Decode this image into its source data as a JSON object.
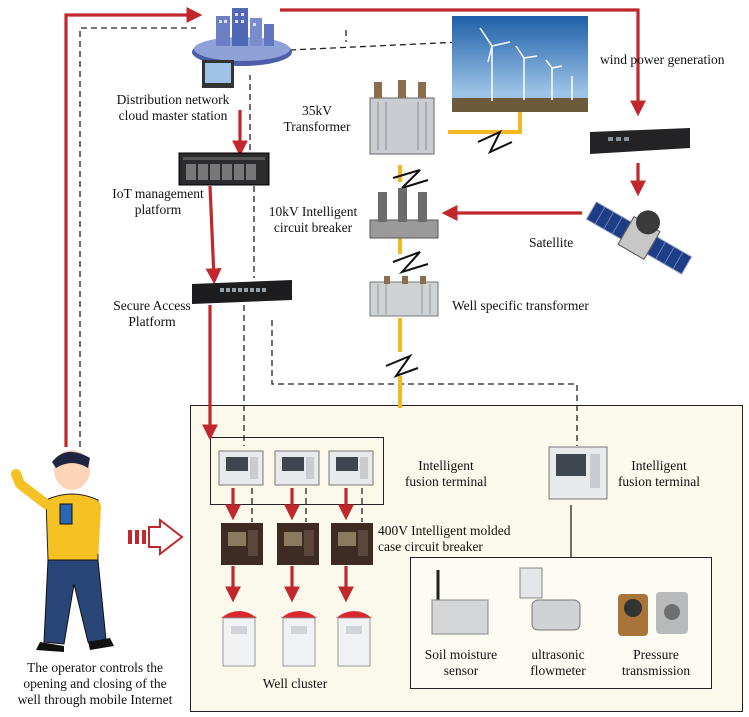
{
  "nodes": {
    "master_station": "Distribution network\ncloud master station",
    "iot_platform": "IoT management\nplatform",
    "secure_access": "Secure Access\nPlatform",
    "transformer_35kv": "35kV\nTransformer",
    "breaker_10kv": "10kV Intelligent\ncircuit breaker",
    "well_transformer": "Well specific transformer",
    "wind_power": "wind power generation",
    "satellite": "Satellite",
    "fusion_terminal_left": "Intelligent\nfusion terminal",
    "fusion_terminal_right": "Intelligent\nfusion terminal",
    "molded_breaker": "400V Intelligent molded\ncase circuit breaker",
    "well_cluster": "Well cluster",
    "soil_sensor": "Soil moisture\nsensor",
    "flowmeter": "ultrasonic\nflowmeter",
    "pressure": "Pressure\ntransmission",
    "operator": "The operator controls the\nopening and closing of the\nwell through mobile Internet"
  },
  "colors": {
    "control_arrow": "#c0282d",
    "power_line": "#f2b824",
    "comm_line": "#222222",
    "panel_bg": "#fbf8ec",
    "lightning": "#111111"
  }
}
